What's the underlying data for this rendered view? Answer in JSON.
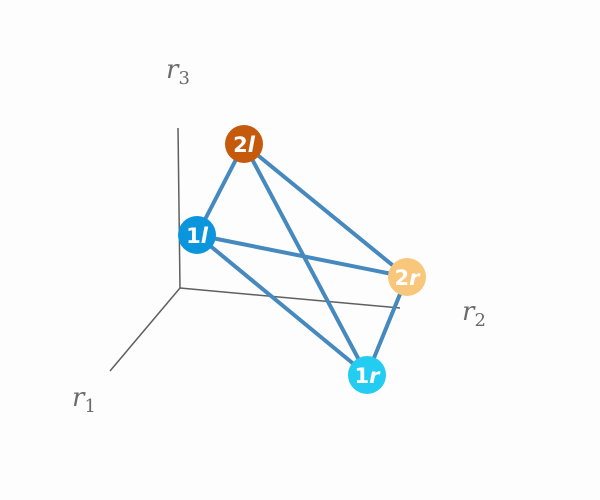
{
  "axes": [
    {
      "id": "r1",
      "symbol": "r",
      "subscript": "1"
    },
    {
      "id": "r2",
      "symbol": "r",
      "subscript": "2"
    },
    {
      "id": "r3",
      "symbol": "r",
      "subscript": "3"
    }
  ],
  "nodes": [
    {
      "id": "2l",
      "num": "2",
      "sub": "l",
      "color": "#c65a0c"
    },
    {
      "id": "1l",
      "num": "1",
      "sub": "l",
      "color": "#0b95dd"
    },
    {
      "id": "2r",
      "num": "2",
      "sub": "r",
      "color": "#f8c77c"
    },
    {
      "id": "1r",
      "num": "1",
      "sub": "r",
      "color": "#23ccf1"
    }
  ],
  "edges": [
    [
      "2l",
      "1l"
    ],
    [
      "2l",
      "2r"
    ],
    [
      "2l",
      "1r"
    ],
    [
      "1l",
      "2r"
    ],
    [
      "1l",
      "1r"
    ],
    [
      "2r",
      "1r"
    ]
  ],
  "colors": {
    "edge": "#4589bf",
    "axis": "#5f5f5f",
    "label": "#6b6b6b"
  }
}
